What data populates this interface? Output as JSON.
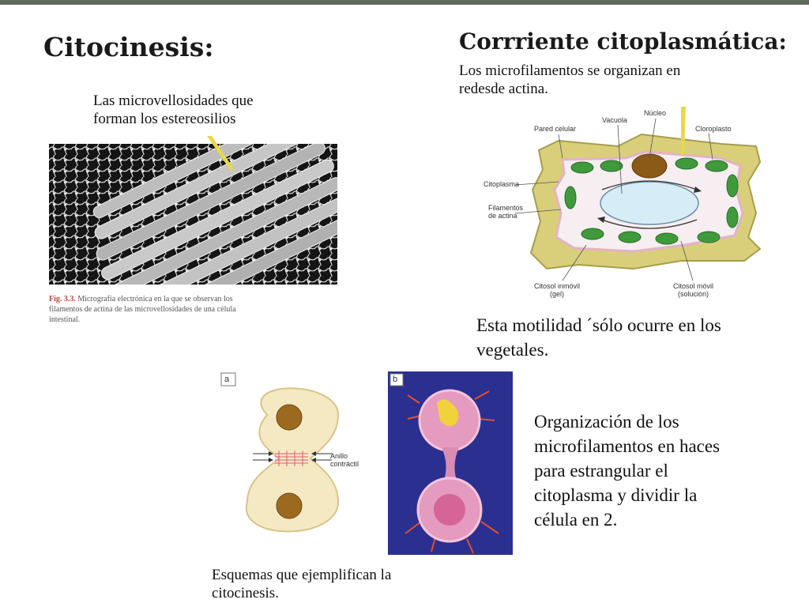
{
  "left": {
    "title": "Citocinesis:",
    "microvilli_caption": [
      "Las microvellosidades que",
      "forman los estereosilios"
    ],
    "figure_caption_label": "Fig. 3.3.",
    "figure_caption_text": [
      "Micrografía electrónica en la que se observan los",
      "filamentos de actina de las microvellosidades de una célula",
      "intestinal."
    ],
    "cytokinesis_caption": [
      "Esquemas que ejemplifican la",
      "citocinesis."
    ],
    "panel_a_letter": "a",
    "panel_b_letter": "b",
    "contractile_ring_label": [
      "Anillo",
      "contráctil"
    ]
  },
  "right": {
    "title": "Corrriente citoplasmática:",
    "description": [
      "Los microfilamentos se organizan en",
      "redesde actina."
    ],
    "cell_labels": {
      "pared": "Pared celular",
      "vacuola": "Vacuola",
      "nucleo": "Núcleo",
      "cloroplasto": "Cloroplasto",
      "citoplasma": "Citoplasma",
      "filamentos": [
        "Filamentos",
        "de actina"
      ],
      "citosol_inmovil": [
        "Citosol inmóvil",
        "(gel)"
      ],
      "citosol_movil": [
        "Citosol móvil",
        "(solución)"
      ]
    },
    "motility_note": [
      "Esta motilidad ´sólo ocurre en los",
      "vegetales."
    ],
    "organization_note": [
      "Organización de los",
      "microfilamentos en haces",
      "para estrangular el",
      "citoplasma y dividir la",
      "célula en 2."
    ]
  },
  "colors": {
    "top_bar": "#5f6b5a",
    "cell_wall": "#d9cf7a",
    "chloroplast": "#3f9a3c",
    "nucleus": "#8a5a16",
    "vacuole": "#d6ecf7",
    "membrane_pink": "#e7a2bd",
    "dividing_cell_bg": "#2b2f8f"
  }
}
